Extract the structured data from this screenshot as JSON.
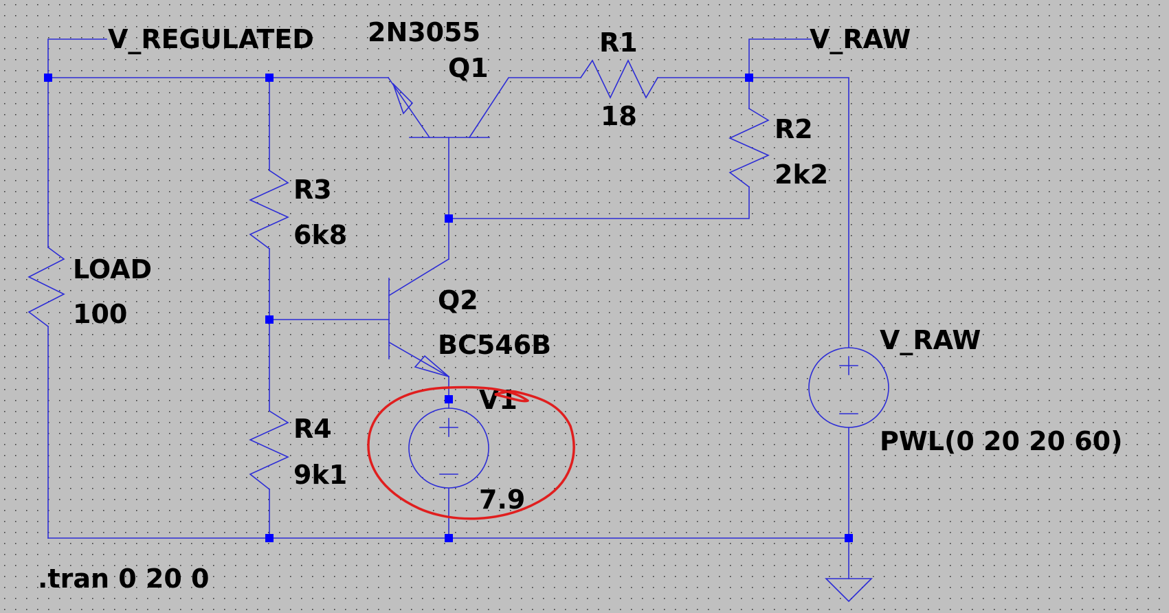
{
  "schematic": {
    "net_labels": {
      "v_regulated": "V_REGULATED",
      "v_raw": "V_RAW"
    },
    "q1": {
      "ref": "Q1",
      "model": "2N3055"
    },
    "q2": {
      "ref": "Q2",
      "model": "BC546B"
    },
    "r1": {
      "ref": "R1",
      "value": "18"
    },
    "r2": {
      "ref": "R2",
      "value": "2k2"
    },
    "r3": {
      "ref": "R3",
      "value": "6k8"
    },
    "r4": {
      "ref": "R4",
      "value": "9k1"
    },
    "load": {
      "ref": "LOAD",
      "value": "100"
    },
    "v1": {
      "ref": "V1",
      "value": "7.9"
    },
    "v_raw_source": {
      "ref": "V_RAW",
      "value": "PWL(0 20 20 60)"
    },
    "directive": ".tran 0 20 0"
  },
  "colors": {
    "background": "#c0c0c0",
    "grid_dot": "#3a3a3a",
    "wire": "#2c2cd6",
    "node": "#0000ff",
    "text": "#000000",
    "annotation": "#e01e1e"
  }
}
